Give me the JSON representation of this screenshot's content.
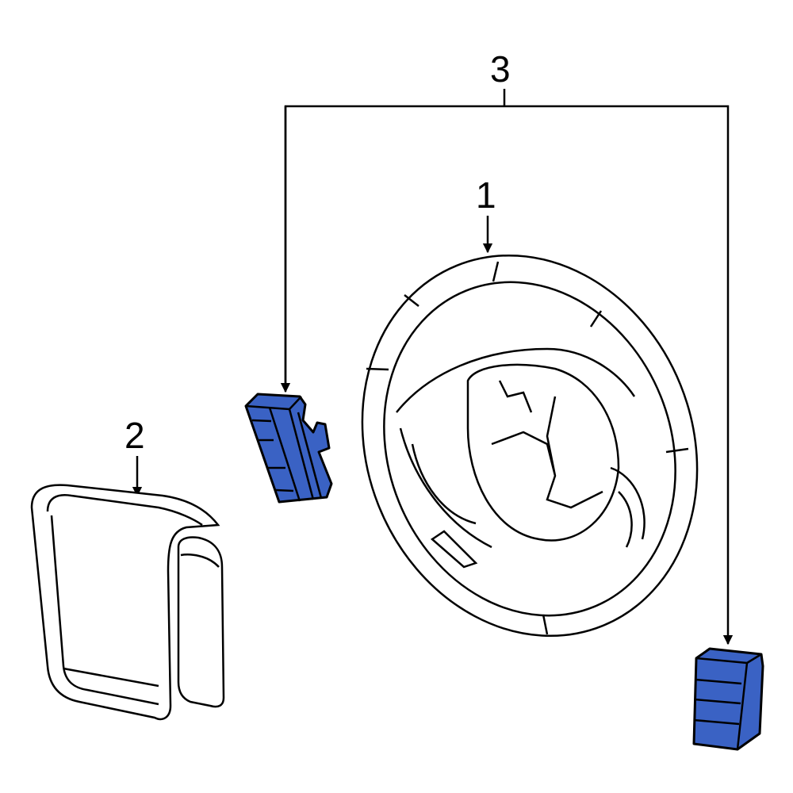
{
  "callouts": [
    {
      "number": "1",
      "part": "steering-wheel"
    },
    {
      "number": "2",
      "part": "air-bag-cover"
    },
    {
      "number": "3",
      "part": "switch"
    }
  ],
  "colors": {
    "highlight": "#3a62c4",
    "line": "#000000",
    "background": "#ffffff"
  }
}
